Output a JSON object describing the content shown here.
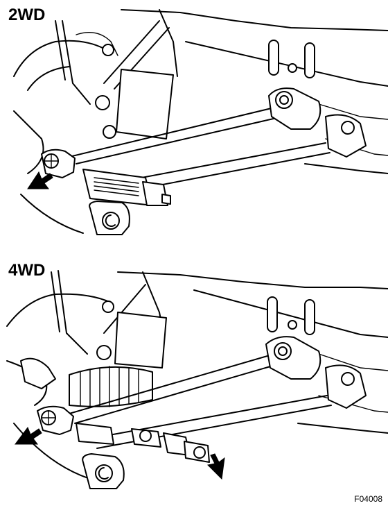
{
  "panels": {
    "top": {
      "label": "2WD"
    },
    "bottom": {
      "label": "4WD"
    }
  },
  "figure_code": "F04008",
  "colors": {
    "ink": "#000000",
    "paper": "#ffffff"
  }
}
